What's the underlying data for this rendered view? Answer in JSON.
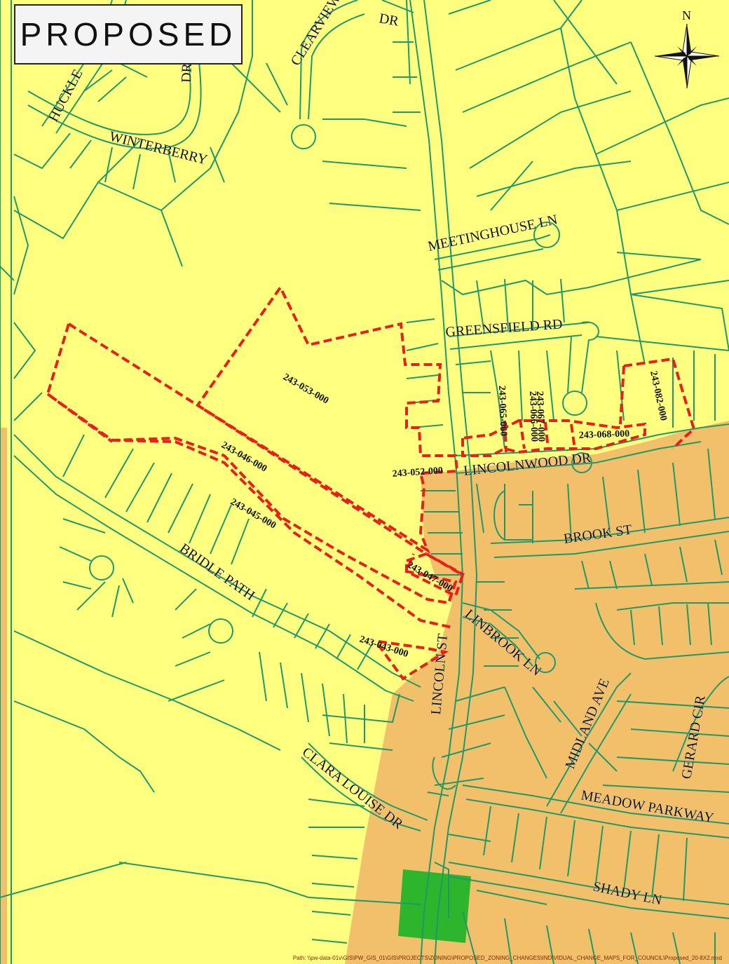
{
  "title": "PROPOSED",
  "north_label": "N",
  "path_text": "Path: \\\\pw-data-01v\\GIS\\PW_GIS_01\\GIS\\PROJECTS\\ZONING\\PROPOSED_ZONING_CHANGES\\INDIVIDUAL_CHANGE_MAPS_FOR_COUNCIL\\Proposed_20-8X2.mxd",
  "colors": {
    "residential_zone": "#ffff80",
    "commercial_zone": "#f2c06a",
    "park_zone": "#2db52d",
    "parcel_line": "#1e9a6a",
    "highlight_boundary": "#e8201c"
  },
  "roads": {
    "clearview_a": "CLEARVIEW",
    "clearview_b": "DR",
    "huckleberry": "HUCKLE",
    "winterberry_dr": "DR",
    "winterberry": "WINTERBERRY",
    "meetinghouse": "MEETINGHOUSE LN",
    "greensfield": "GREENSFIELD RD",
    "lincolnwood": "LINCOLNWOOD DR",
    "brook": "BROOK ST",
    "bridle": "BRIDLE PATH",
    "linbrook": "LINBROOK LN",
    "lincoln": "LINCOLN ST",
    "midland": "MIDLAND AVE",
    "gerard": "GERARD CIR",
    "clara": "CLARA LOUISE DR",
    "meadow": "MEADOW PARKWAY",
    "shady": "SHADY LN"
  },
  "parcels": {
    "p053": "243-053-000",
    "p046": "243-046-000",
    "p045": "243-045-000",
    "p047": "243-047-000",
    "p043": "243-043-000",
    "p052": "243-052-000",
    "p065": "243-065-000",
    "p066": "243-066-000",
    "p067": "243-067-000",
    "p068": "243-068-000",
    "p082": "243-082-000"
  }
}
